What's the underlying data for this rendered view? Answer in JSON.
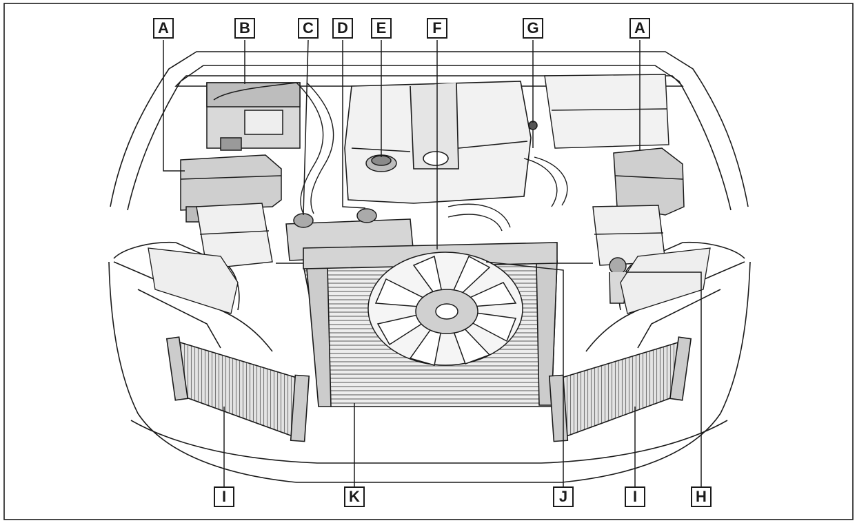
{
  "diagram": {
    "callouts": {
      "a_left": "A",
      "b": "B",
      "c": "C",
      "d": "D",
      "e": "E",
      "f": "F",
      "g": "G",
      "a_right": "A",
      "i_left": "I",
      "k": "K",
      "j": "J",
      "i_right": "I",
      "h": "H"
    },
    "colors": {
      "line": "#1a1a1a",
      "part_fill": "#e6e6e6",
      "part_dark": "#9a9a9a",
      "background": "#ffffff"
    }
  }
}
